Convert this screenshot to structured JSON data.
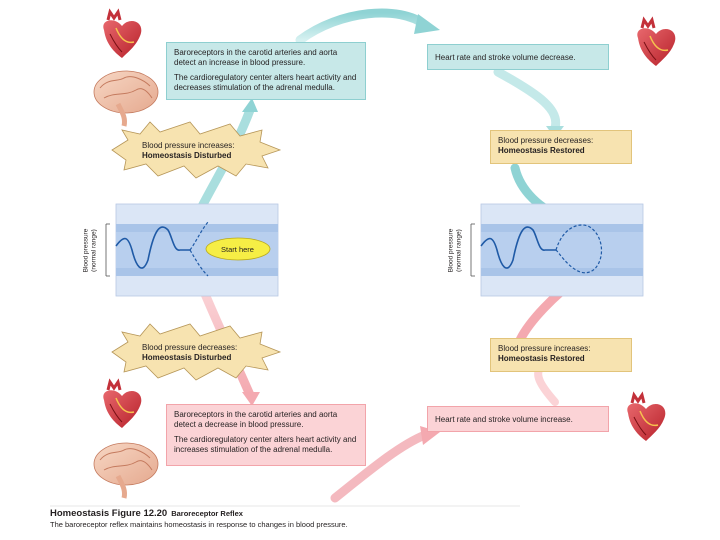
{
  "boxes": {
    "top_left_line1": "Baroreceptors in the carotid arteries and aorta detect an increase in blood pressure.",
    "top_left_line2": "The cardioregulatory center alters heart activity and decreases stimulation of the adrenal medulla.",
    "top_right": "Heart rate and stroke volume decrease.",
    "right_restored_top_line1": "Blood pressure decreases:",
    "right_restored_top_line2": "Homeostasis Restored",
    "right_restored_bottom_line1": "Blood pressure increases:",
    "right_restored_bottom_line2": "Homeostasis Restored",
    "bottom_left_line1": "Baroreceptors in the carotid arteries and aorta detect a decrease in blood pressure.",
    "bottom_left_line2": "The cardioregulatory center alters heart activity and increases stimulation of the adrenal medulla.",
    "bottom_right": "Heart rate and stroke volume increase."
  },
  "stars": {
    "top_line1": "Blood pressure increases:",
    "top_line2": "Homeostasis Disturbed",
    "bottom_line1": "Blood pressure decreases:",
    "bottom_line2": "Homeostasis Disturbed"
  },
  "graphs": {
    "ylabel_line1": "Blood pressure",
    "ylabel_line2": "(normal range)",
    "start_label": "Start here"
  },
  "caption": {
    "title": "Homeostasis Figure 12.20",
    "subtitle": "Baroreceptor Reflex",
    "text": "The baroreceptor reflex maintains homeostasis in response to changes in blood pressure."
  },
  "colors": {
    "teal_box": "#c7e8e8",
    "pink_box": "#fbd3d6",
    "tan_box": "#f7e3b0",
    "graph_band": "#a9c4e8",
    "graph_bg": "#dbe6f6",
    "curve": "#1f5aa6",
    "start_oval": "#f6ee45",
    "teal_arrow": "#8fd3d4",
    "pink_arrow": "#f4a9b0"
  },
  "icons": [
    "heart-icon",
    "brain-icon"
  ]
}
